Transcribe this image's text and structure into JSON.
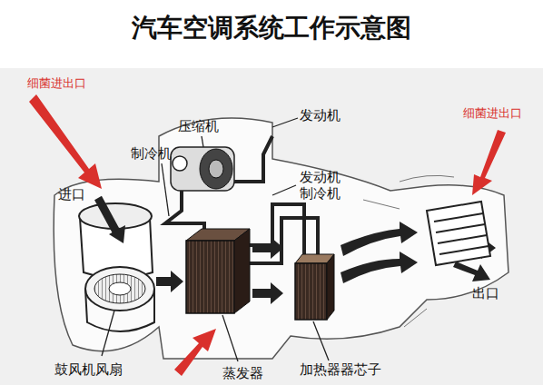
{
  "diagram": {
    "title": "汽车空调系统工作示意图",
    "labels": [
      "细菌进出口",
      "压缩机",
      "发动机",
      "制冷机",
      "发动机 制冷机",
      "细菌进出口",
      "进口",
      "出口",
      "鼓风机风扇",
      "蒸发器",
      "加热器器芯子"
    ]
  }
}
